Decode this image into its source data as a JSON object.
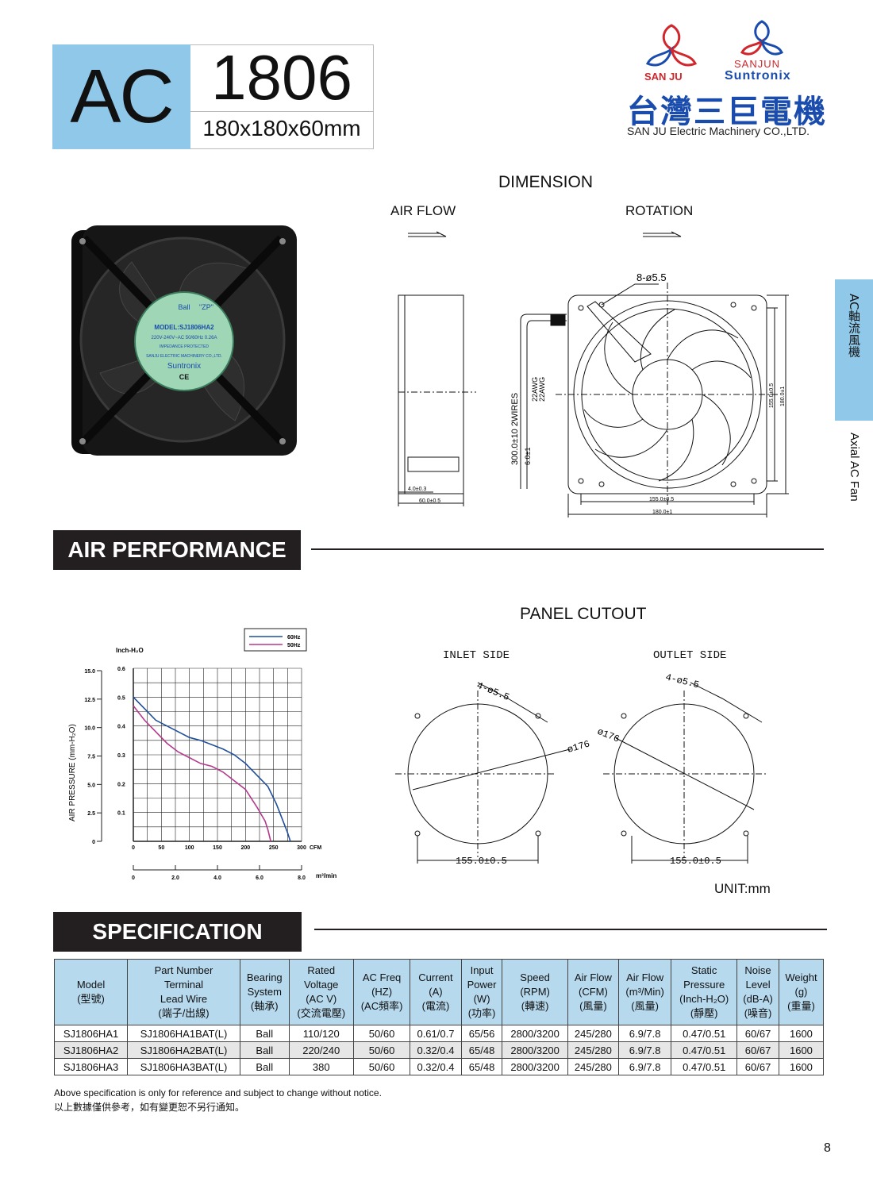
{
  "header": {
    "prefix": "AC",
    "model": "1806",
    "size": "180x180x60mm"
  },
  "brand": {
    "sanju": "SAN JU",
    "sanjun": "SANJUN",
    "suntronix": "Suntronix",
    "company_zh": "台灣三巨電機",
    "company_en": "SAN JU Electric  Machinery CO.,LTD.",
    "colors": {
      "blue": "#1a4cad",
      "red": "#d0262c",
      "accent": "#8fc8e8"
    }
  },
  "side_tab": {
    "zh": "AC軸流風機",
    "en": "Axial AC Fan"
  },
  "fan_label": {
    "ball": "Ball",
    "zp": "\"ZP\"",
    "model": "MODEL:SJ1806HA2",
    "rating": "220V-240V~AC  50/60Hz 0.26A",
    "impedance": "IMPEDANCE PROTECTED",
    "maker": "SANJU ELECTRIC MACHINERY CO.,LTD.",
    "brand": "Suntronix",
    "ce": "CE"
  },
  "dimension": {
    "title": "DIMENSION",
    "air_flow": "AIR FLOW",
    "rotation": "ROTATION",
    "holes": "8-ø5.5",
    "wires": "300.0±10 2WIRES",
    "wire_gauge_1": "22AWG",
    "wire_gauge_2": "22AWG",
    "wire_end": "6.0±1",
    "depth_inner": "4.0±0.3",
    "depth": "60.0±0.5",
    "hole_span": "155.0±0.5",
    "frame": "180.0±1",
    "hole_span_v": "155.0±0.5",
    "frame_v": "180.0±1"
  },
  "air_performance": {
    "title": "AIR PERFORMANCE"
  },
  "chart_data": {
    "type": "line",
    "xlabel": "CFM",
    "x2label": "m³/min",
    "ylabel": "AIR PRESSURE    (mm-H₂O)",
    "y2label": "Inch-H₂O",
    "xlim": [
      0,
      300
    ],
    "ylim": [
      0,
      0.6
    ],
    "x_ticks": [
      "0",
      "50",
      "100",
      "150",
      "200",
      "250",
      "300"
    ],
    "x2_ticks": [
      "0",
      "2.0",
      "4.0",
      "6.0",
      "8.0"
    ],
    "y_ticks_inch": [
      "0.1",
      "0.2",
      "0.3",
      "0.4",
      "0.5",
      "0.6"
    ],
    "y_ticks_mm": [
      "0",
      "2.5",
      "5.0",
      "7.5",
      "10.0",
      "12.5",
      "15.0"
    ],
    "legend_position": "top-right",
    "series": [
      {
        "name": "60Hz",
        "color": "#1f4e9c",
        "x": [
          0,
          20,
          40,
          60,
          80,
          100,
          120,
          140,
          160,
          180,
          200,
          220,
          240,
          255,
          265,
          275,
          280
        ],
        "y": [
          0.5,
          0.46,
          0.42,
          0.4,
          0.38,
          0.36,
          0.35,
          0.335,
          0.32,
          0.3,
          0.27,
          0.23,
          0.19,
          0.13,
          0.08,
          0.03,
          0.0
        ]
      },
      {
        "name": "50Hz",
        "color": "#b5398d",
        "x": [
          0,
          20,
          40,
          60,
          80,
          100,
          120,
          140,
          160,
          180,
          200,
          220,
          235,
          240,
          245
        ],
        "y": [
          0.47,
          0.42,
          0.38,
          0.34,
          0.31,
          0.29,
          0.27,
          0.26,
          0.24,
          0.21,
          0.18,
          0.12,
          0.07,
          0.04,
          0.0
        ]
      }
    ]
  },
  "panel_cutout": {
    "title": "PANEL CUTOUT",
    "inlet": "INLET SIDE",
    "outlet": "OUTLET SIDE",
    "holes": "4-ø5.5",
    "diameter": "ø176",
    "span": "155.0±0.5",
    "unit": "UNIT:mm"
  },
  "specification": {
    "title": "SPECIFICATION",
    "headers": [
      [
        "Model",
        "(型號)"
      ],
      [
        "Part Number",
        "Terminal",
        "Lead Wire",
        "(端子/出線)"
      ],
      [
        "Bearing",
        "System",
        "(軸承)"
      ],
      [
        "Rated",
        "Voltage",
        "(AC V)",
        "(交流電壓)"
      ],
      [
        "AC Freq",
        "(HZ)",
        "(AC頻率)"
      ],
      [
        "Current",
        "(A)",
        "(電流)"
      ],
      [
        "Input",
        "Power",
        "(W)",
        "(功率)"
      ],
      [
        "Speed",
        "(RPM)",
        "(轉速)"
      ],
      [
        "Air Flow",
        "(CFM)",
        "(風量)"
      ],
      [
        "Air Flow",
        "(m³/Min)",
        "(風量)"
      ],
      [
        "Static",
        "Pressure",
        "(Inch-H₂O)",
        "(靜壓)"
      ],
      [
        "Noise",
        "Level",
        "(dB-A)",
        "(噪音)"
      ],
      [
        "Weight",
        "(g)",
        "(重量)"
      ]
    ],
    "rows": [
      [
        "SJ1806HA1",
        "SJ1806HA1BAT(L)",
        "Ball",
        "110/120",
        "50/60",
        "0.61/0.7",
        "65/56",
        "2800/3200",
        "245/280",
        "6.9/7.8",
        "0.47/0.51",
        "60/67",
        "1600"
      ],
      [
        "SJ1806HA2",
        "SJ1806HA2BAT(L)",
        "Ball",
        "220/240",
        "50/60",
        "0.32/0.4",
        "65/48",
        "2800/3200",
        "245/280",
        "6.9/7.8",
        "0.47/0.51",
        "60/67",
        "1600"
      ],
      [
        "SJ1806HA3",
        "SJ1806HA3BAT(L)",
        "Ball",
        "380",
        "50/60",
        "0.32/0.4",
        "65/48",
        "2800/3200",
        "245/280",
        "6.9/7.8",
        "0.47/0.51",
        "60/67",
        "1600"
      ]
    ],
    "note_en": "Above  specification  is  only for reference and subject to change without notice.",
    "note_zh": "以上數據僅供參考，如有變更恕不另行通知。"
  },
  "page_number": "8"
}
